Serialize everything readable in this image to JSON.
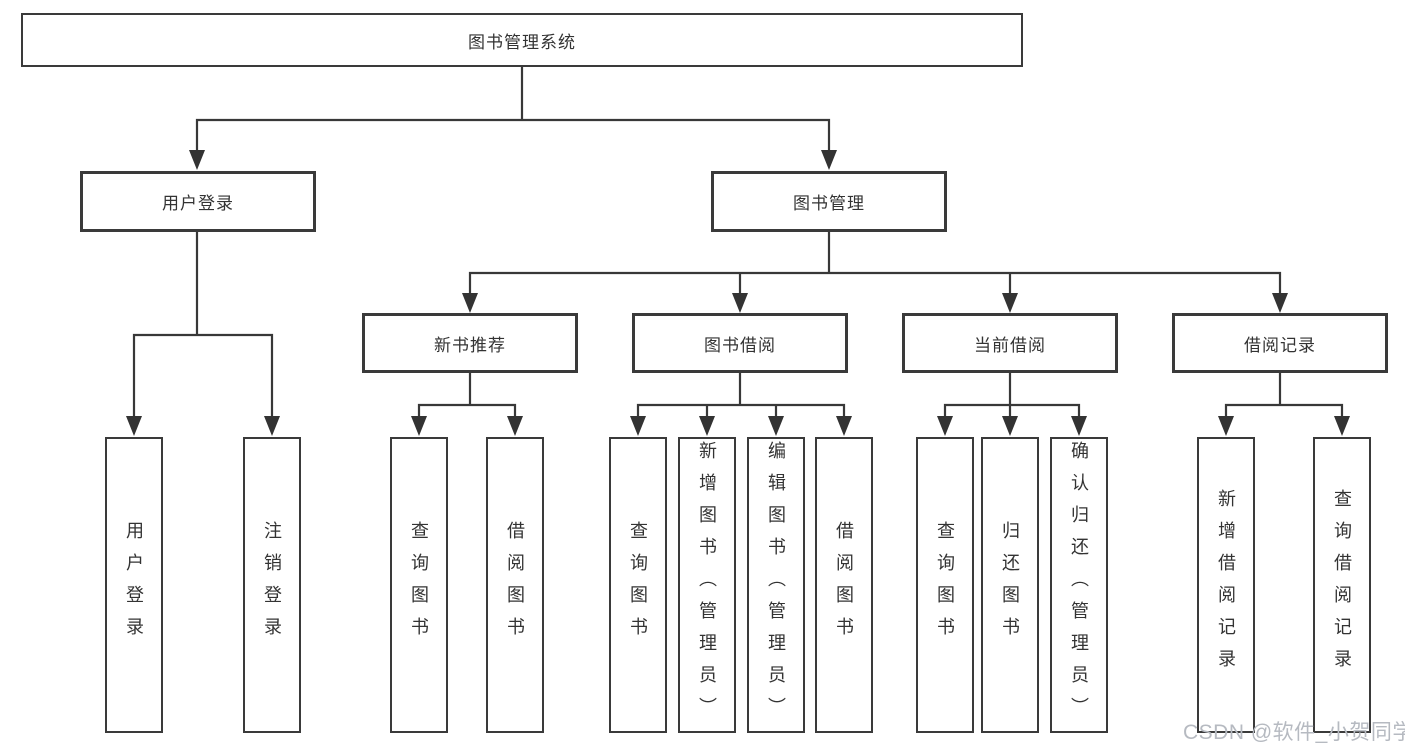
{
  "colors": {
    "line": "#383838",
    "box_border": "#3a3a3a",
    "text": "#333333",
    "watermark": "#b6bac1",
    "background": "#ffffff"
  },
  "watermark": {
    "text": "CSDN @软件_小贺同学"
  },
  "tree": {
    "label": "图书管理系统",
    "children": [
      {
        "label": "用户登录",
        "children": [
          {
            "label": "用户登录"
          },
          {
            "label": "注销登录"
          }
        ]
      },
      {
        "label": "图书管理",
        "children": [
          {
            "label": "新书推荐",
            "children": [
              {
                "label": "查询图书"
              },
              {
                "label": "借阅图书"
              }
            ]
          },
          {
            "label": "图书借阅",
            "children": [
              {
                "label": "查询图书"
              },
              {
                "label": "新增图书（管理员）"
              },
              {
                "label": "编辑图书（管理员）"
              },
              {
                "label": "借阅图书"
              }
            ]
          },
          {
            "label": "当前借阅",
            "children": [
              {
                "label": "查询图书"
              },
              {
                "label": "归还图书"
              },
              {
                "label": "确认归还（管理员）"
              }
            ]
          },
          {
            "label": "借阅记录",
            "children": [
              {
                "label": "新增借阅记录"
              },
              {
                "label": "查询借阅记录"
              }
            ]
          }
        ]
      }
    ]
  }
}
